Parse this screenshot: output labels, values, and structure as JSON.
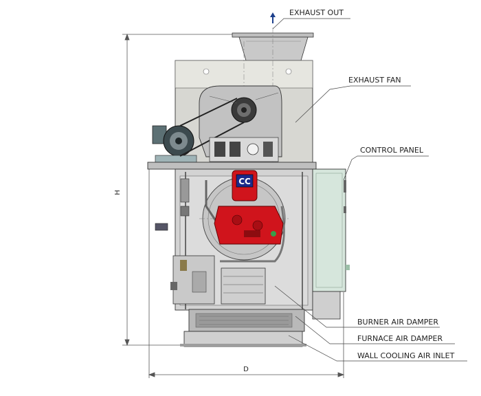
{
  "callouts": {
    "exhaust_out": "EXHAUST OUT",
    "exhaust_fan": "EXHAUST FAN",
    "control_panel": "CONTROL PANEL",
    "burner_air_damper": "BURNER AIR DAMPER",
    "furnace_air_damper": "FURNACE AIR DAMPER",
    "wall_cooling_air_inlet": "WALL COOLING AIR INLET"
  },
  "dimensions": {
    "height": "H",
    "depth": "D"
  },
  "burner_logo": "CC",
  "colors": {
    "burner_red": "#d0141c",
    "housing_gray": "#cfcfcf",
    "panel_green": "#d6e6dc",
    "line": "#333333",
    "arrow_blue": "#1c3f8c"
  }
}
